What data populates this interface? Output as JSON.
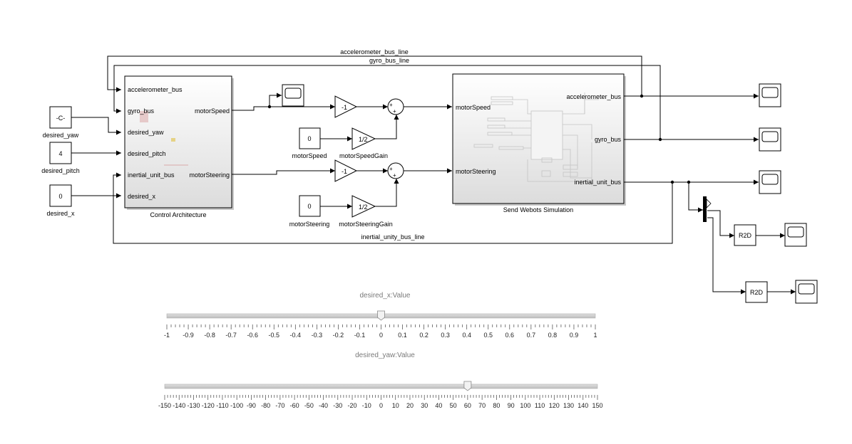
{
  "signals": {
    "accelerometer_bus_line": "accelerometer_bus_line",
    "gyro_bus_line": "gyro_bus_line",
    "inertial_unity_bus_line": "inertial_unity_bus_line"
  },
  "constants": {
    "desired_yaw": {
      "value": "-C-",
      "label": "desired_yaw"
    },
    "desired_pitch": {
      "value": "4",
      "label": "desired_pitch"
    },
    "desired_x": {
      "value": "0",
      "label": "desired_x"
    },
    "motor_speed": {
      "value": "0",
      "label": "motorSpeed"
    },
    "motor_steering": {
      "value": "0",
      "label": "motorSteering"
    }
  },
  "control_subsystem": {
    "title": "Control Architecture",
    "inputs": [
      "accelerometer_bus",
      "gyro_bus",
      "desired_yaw",
      "desired_pitch",
      "inertial_unit_bus",
      "desired_x"
    ],
    "outputs": [
      "motorSpeed",
      "motorSteering"
    ]
  },
  "webots_subsystem": {
    "title": "Send Webots Simulation",
    "inputs": [
      "motorSpeed",
      "motorSteering"
    ],
    "outputs": [
      "accelerometer_bus",
      "gyro_bus",
      "inertial_unit_bus"
    ]
  },
  "gains": {
    "neg_speed": "-1",
    "neg_steering": "-1",
    "speed_gain": {
      "value": "1/2",
      "label": "motorSpeedGain"
    },
    "steering_gain": {
      "value": "1/2",
      "label": "motorSteeringGain"
    }
  },
  "sum_signs": "++",
  "conversions": [
    "R2D",
    "R2D"
  ],
  "sliders": [
    {
      "title": "desired_x:Value",
      "min": -1,
      "max": 1,
      "value": 0,
      "labels": [
        "-1",
        "-0.9",
        "-0.8",
        "-0.7",
        "-0.6",
        "-0.5",
        "-0.4",
        "-0.3",
        "-0.2",
        "-0.1",
        "0",
        "0.1",
        "0.2",
        "0.3",
        "0.4",
        "0.5",
        "0.6",
        "0.7",
        "0.8",
        "0.9",
        "1"
      ]
    },
    {
      "title": "desired_yaw:Value",
      "min": -150,
      "max": 150,
      "value": 60,
      "labels": [
        "-150",
        "-140",
        "-130",
        "-120",
        "-110",
        "-100",
        "-90",
        "-80",
        "-70",
        "-60",
        "-50",
        "-40",
        "-30",
        "-20",
        "-10",
        "0",
        "10",
        "20",
        "30",
        "40",
        "50",
        "60",
        "70",
        "80",
        "90",
        "100",
        "110",
        "120",
        "130",
        "140",
        "150"
      ]
    }
  ]
}
